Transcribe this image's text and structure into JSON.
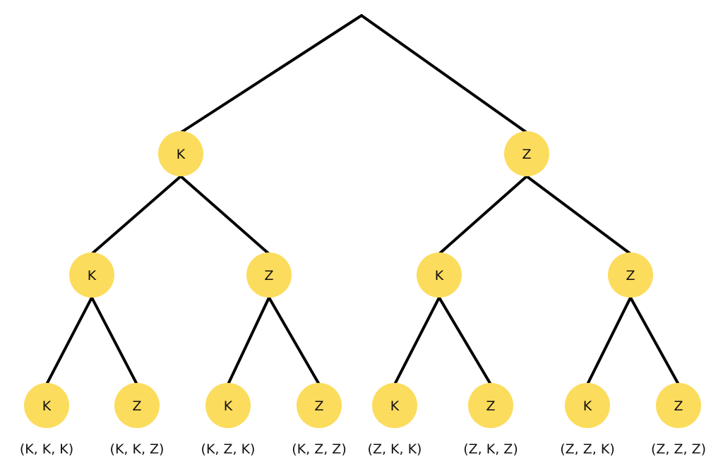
{
  "colors": {
    "node_fill": "#FCDC5C",
    "edge": "#000000",
    "text": "#111111"
  },
  "tree": {
    "level1": [
      {
        "id": "n1",
        "label": "K",
        "parent": "root"
      },
      {
        "id": "n2",
        "label": "Z",
        "parent": "root"
      }
    ],
    "level2": [
      {
        "id": "n11",
        "label": "K",
        "parent": "n1"
      },
      {
        "id": "n12",
        "label": "Z",
        "parent": "n1"
      },
      {
        "id": "n21",
        "label": "K",
        "parent": "n2"
      },
      {
        "id": "n22",
        "label": "Z",
        "parent": "n2"
      }
    ],
    "level3": [
      {
        "id": "n111",
        "label": "K",
        "parent": "n11",
        "outcome": "(K, K, K)"
      },
      {
        "id": "n112",
        "label": "Z",
        "parent": "n11",
        "outcome": "(K, K, Z)"
      },
      {
        "id": "n121",
        "label": "K",
        "parent": "n12",
        "outcome": "(K, Z, K)"
      },
      {
        "id": "n122",
        "label": "Z",
        "parent": "n12",
        "outcome": "(K, Z, Z)"
      },
      {
        "id": "n211",
        "label": "K",
        "parent": "n21",
        "outcome": "(Z, K, K)"
      },
      {
        "id": "n212",
        "label": "Z",
        "parent": "n21",
        "outcome": "(Z, K, Z)"
      },
      {
        "id": "n221",
        "label": "K",
        "parent": "n22",
        "outcome": "(Z, Z, K)"
      },
      {
        "id": "n222",
        "label": "Z",
        "parent": "n22",
        "outcome": "(Z, Z, Z)"
      }
    ]
  }
}
